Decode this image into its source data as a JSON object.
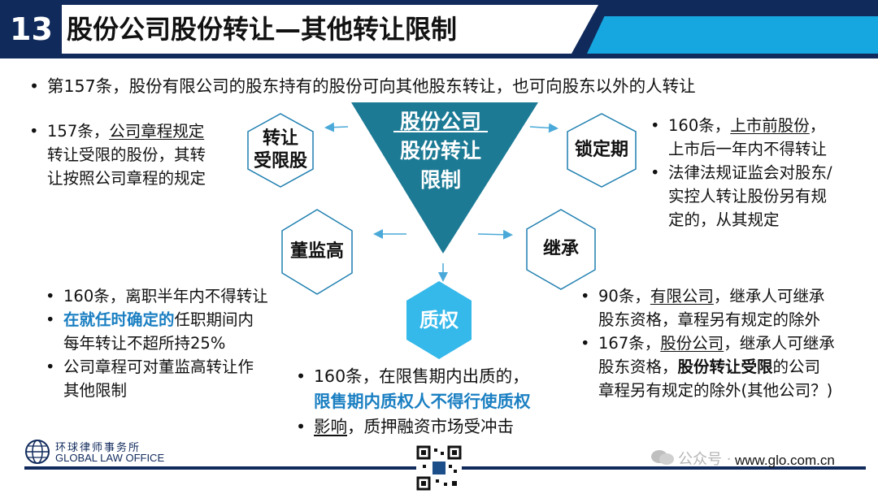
{
  "header": {
    "number": "13",
    "title": "股份公司股份转让—其他转让限制"
  },
  "intro": "第157条，股份有限公司的股东持有的股份可向其他股东转让，也可向股东以外的人转让",
  "center": {
    "line1": "股份公司",
    "line2": "股份转让",
    "line3": "限制"
  },
  "hexagons": {
    "transfer_restricted": {
      "line1": "转让",
      "line2": "受限股"
    },
    "lockup": "锁定期",
    "directors": "董监高",
    "inheritance": "继承",
    "pledge": "质权"
  },
  "left_top": {
    "p1": "157条，",
    "p1_u": "公司章程规定",
    "p2": "转让受限的股份，其转",
    "p3": "让按照公司章程的规定"
  },
  "right_top": {
    "b1_a": "160条，",
    "b1_u": "上市前股份",
    "b1_b": "，",
    "b1_c": "上市后一年内不得转让",
    "b2_a": "法律法规证监会对股东/",
    "b2_b": "实控人转让股份另有规",
    "b2_c": "定的，从其规定"
  },
  "left_mid": {
    "b1": "160条，离职半年内不得转让",
    "b2_blue": "在就任时确定的",
    "b2_a": "任职期间内",
    "b2_b": "每年转让不超所持25%",
    "b3_a": "公司章程可对董监高转让作",
    "b3_b": "其他限制"
  },
  "right_mid": {
    "b1_a": "90条，",
    "b1_u": "有限公司",
    "b1_b": "，继承人可继承",
    "b1_c": "股东资格，章程另有规定的除外",
    "b2_a": "167条，",
    "b2_u": "股份公司",
    "b2_b": "，继承人可继承",
    "b2_c": "股东资格，",
    "b2_bold": "股份转让受限",
    "b2_d": "的公司",
    "b2_e": "章程另有规定的除外(其他公司？)"
  },
  "bottom_center": {
    "b1": "160条，在限售期内出质的，",
    "b1_blue": "限售期内质权人不得行使质权",
    "b2_u": "影响",
    "b2_a": "，质押融资市场受冲击"
  },
  "footer": {
    "logo_cn": "环球律师事务所",
    "logo_en": "GLOBAL LAW OFFICE",
    "watermark": "公众号 · ",
    "url": "www.glo.com.cn"
  },
  "colors": {
    "navy": "#102a5c",
    "cyan": "#17a7e0",
    "teal": "#1c7a95",
    "accent_blue": "#1a7fc2"
  }
}
